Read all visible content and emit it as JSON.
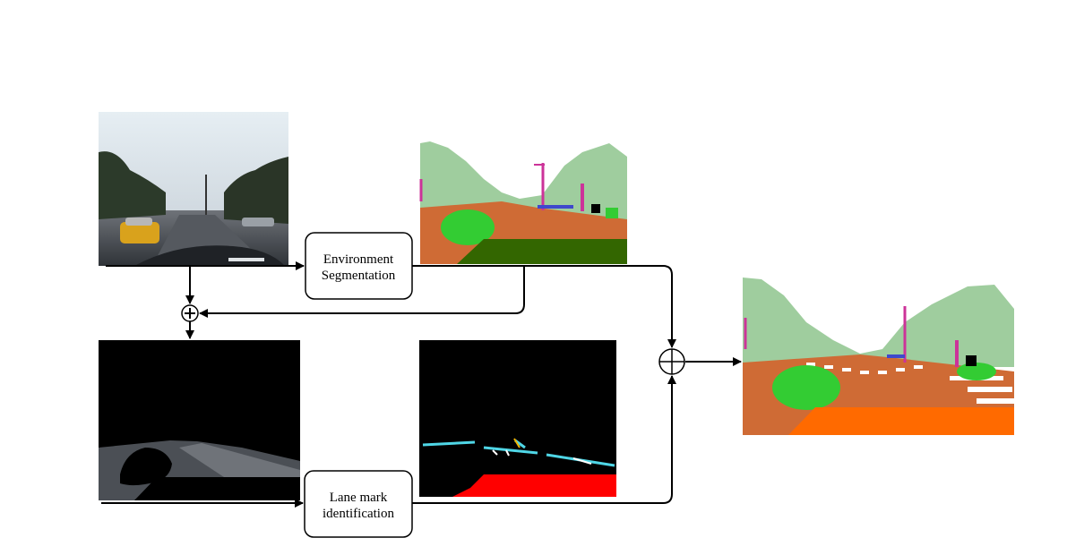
{
  "nodes": {
    "env_seg": {
      "line1": "Environment",
      "line2": "Segmentation"
    },
    "lane_id": {
      "line1": "Lane mark",
      "line2": "identification"
    }
  },
  "images": {
    "input_photo": "street-photo",
    "env_seg_output": "environment-segmentation-map",
    "masked_photo": "masked-road-photo",
    "lane_mark_output": "lane-mark-map",
    "fused_output": "fused-segmentation-map"
  },
  "colors": {
    "sky": "#ffffff",
    "vegetation": "#9fcd9e",
    "road": "#cf6b35",
    "car": "#33cc33",
    "ego_vehicle": "#336600",
    "lane_mark": "#4fd6e6",
    "lane_mark_white": "#ffffff",
    "road_marking_red": "#ff0000",
    "pole": "#cc3399",
    "fused_ego": "#ff6a00"
  },
  "operators": [
    "plus-circle",
    "plus-circle"
  ]
}
